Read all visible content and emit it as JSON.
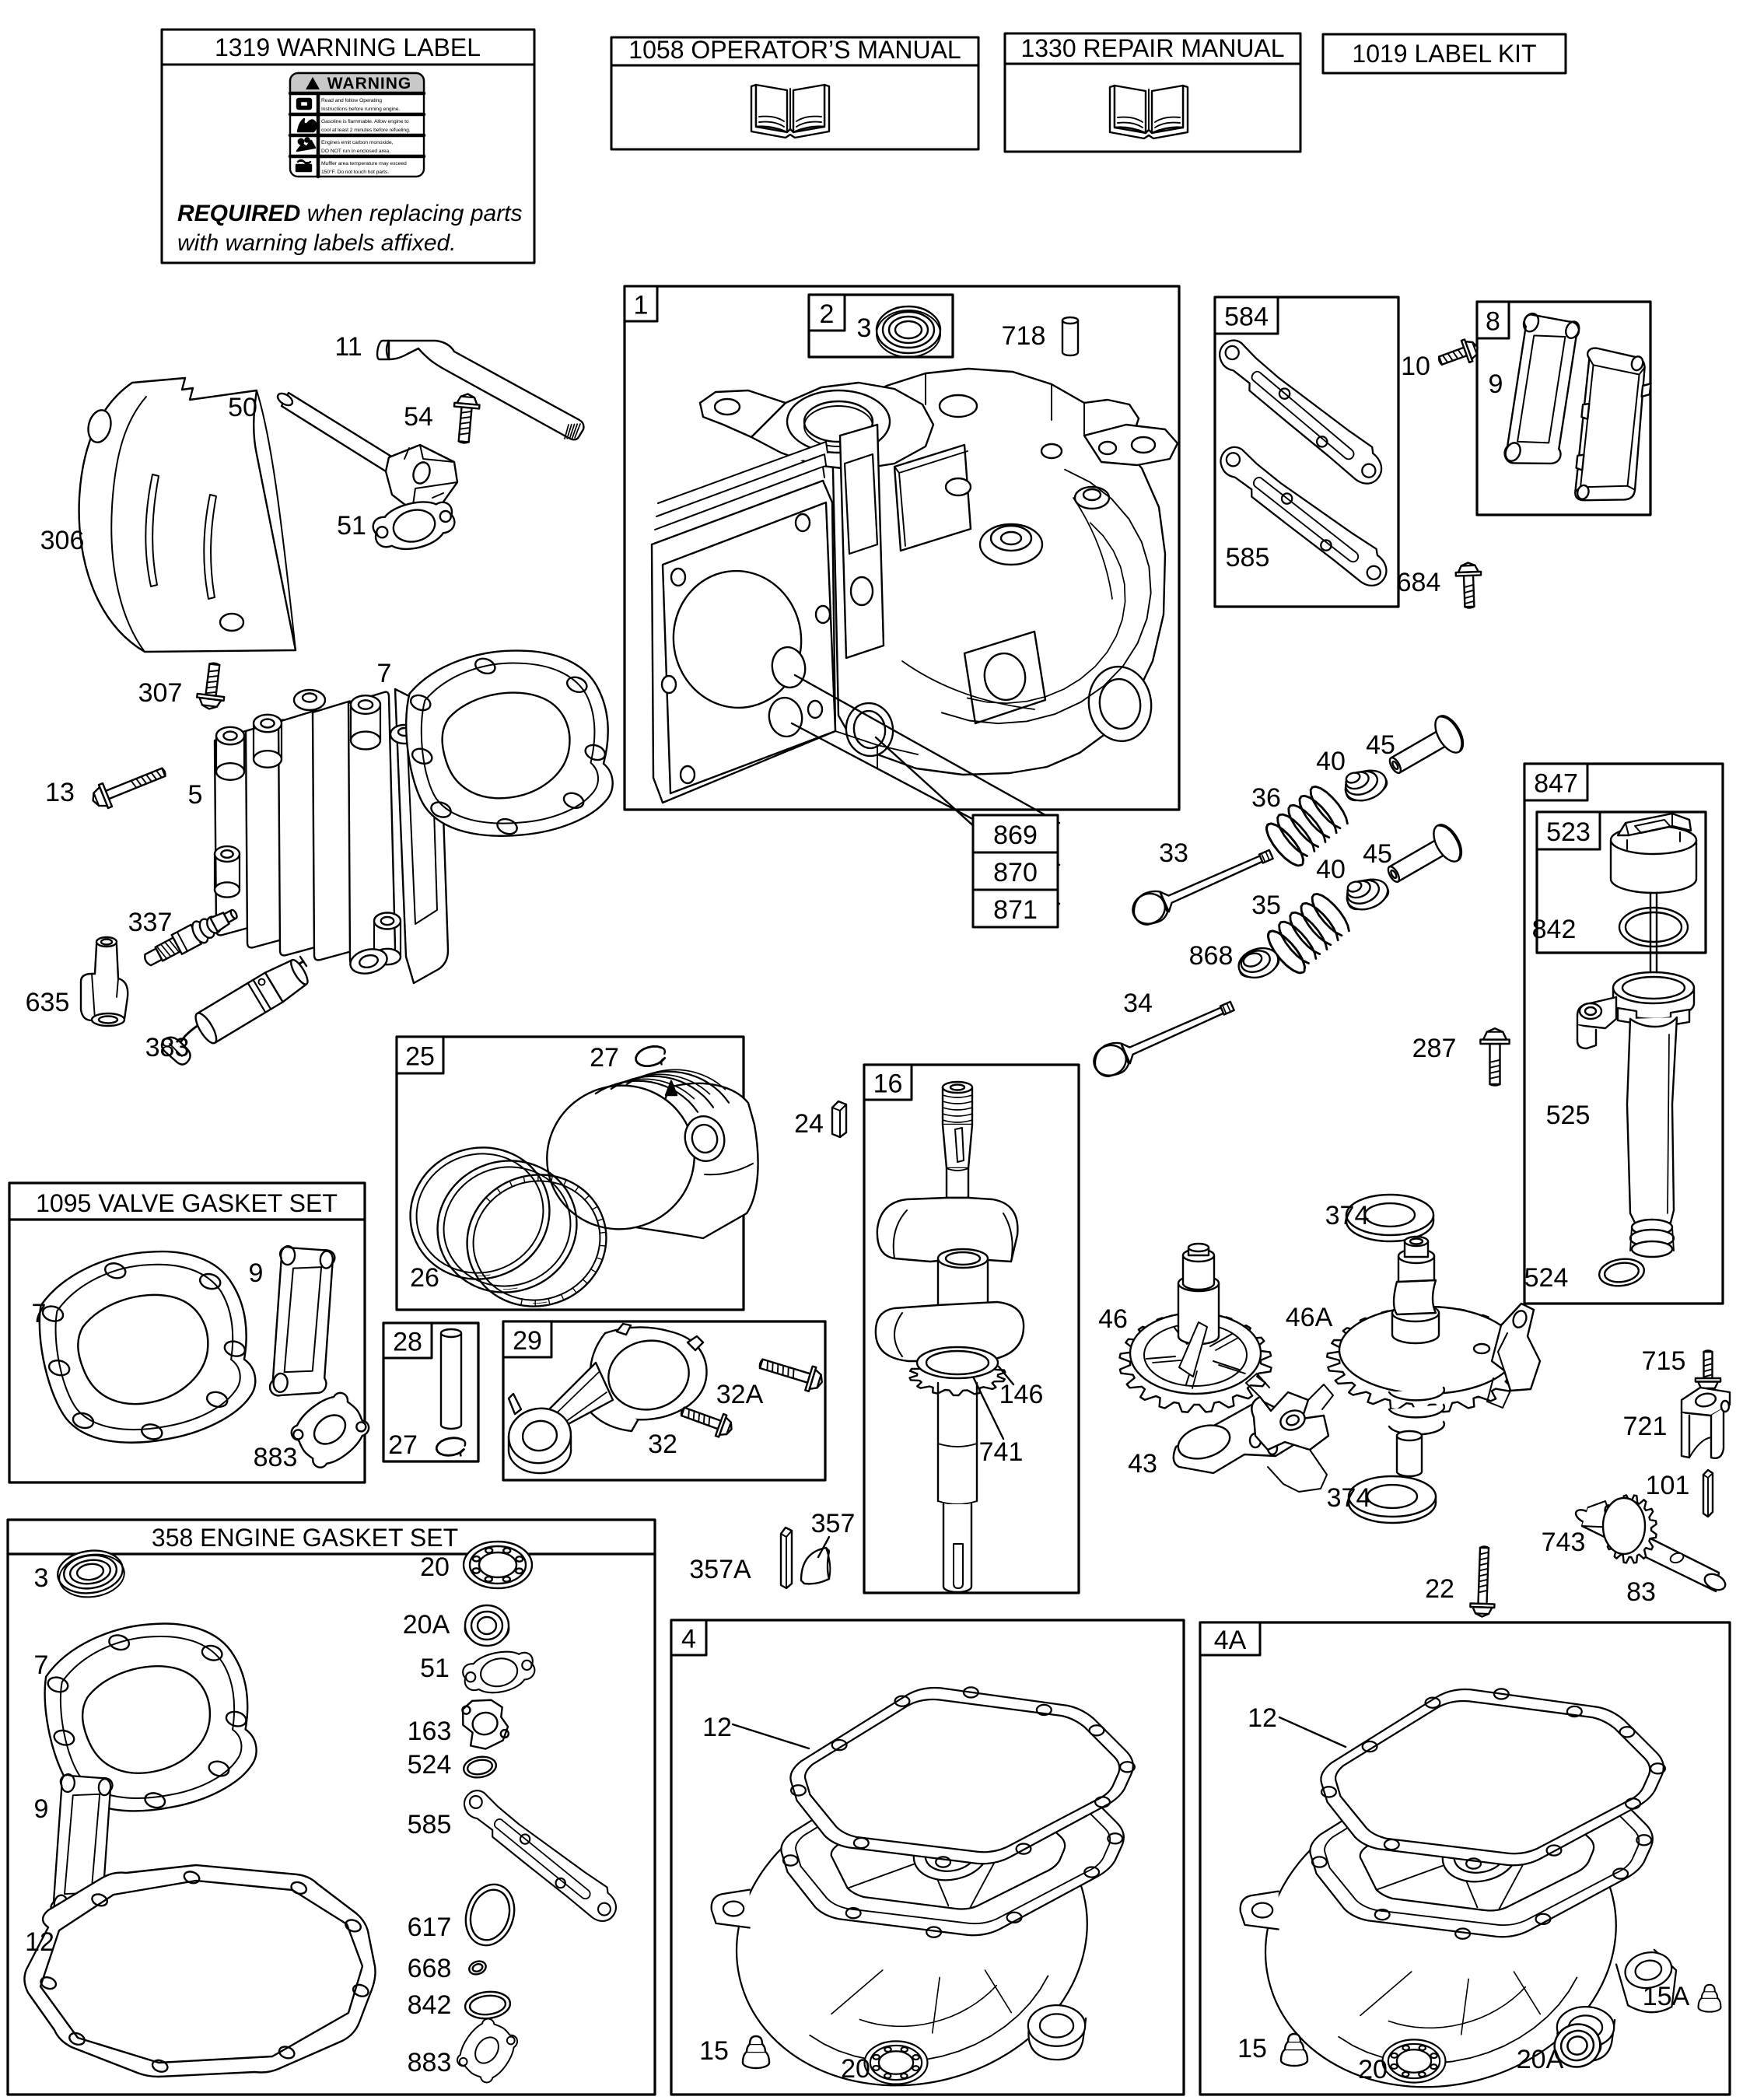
{
  "document": {
    "type": "engine-parts-exploded-diagram",
    "background_color": "#ffffff",
    "line_color": "#000000"
  },
  "kits": {
    "warning_label": {
      "title": "1319 WARNING LABEL",
      "label_header": "WARNING",
      "label_rows": [
        {
          "line1": "Read and follow Operating",
          "line2": "Instructions before running engine."
        },
        {
          "line1": "Gasoline is flammable. Allow engine to",
          "line2": "cool at least 2 minutes before refueling."
        },
        {
          "line1": "Engines emit carbon monoxide,",
          "line2": "DO NOT run in enclosed area."
        },
        {
          "line1": "Muffler area temperature may exceed",
          "line2": "150°F.  Do not touch hot parts."
        }
      ],
      "required_bold": "REQUIRED",
      "required_tail": " when replacing parts",
      "required_line2": "with warning labels affixed."
    },
    "operators_manual": {
      "title": "1058 OPERATOR’S MANUAL"
    },
    "repair_manual": {
      "title": "1330 REPAIR MANUAL"
    },
    "label_kit": {
      "title": "1019 LABEL KIT"
    },
    "valve_gasket_set": {
      "title": "1095 VALVE GASKET SET"
    },
    "engine_gasket_set": {
      "title": "358 ENGINE GASKET SET"
    }
  },
  "callouts": {
    "c1": "1",
    "c2": "2",
    "c4": "4",
    "c4A": "4A",
    "c8": "8",
    "c16": "16",
    "c25": "25",
    "c28": "28",
    "c29": "29",
    "c523": "523",
    "c584": "584",
    "c847": "847",
    "c869": "869",
    "c870": "870",
    "c871": "871"
  },
  "labels": {
    "p11": "11",
    "p50": "50",
    "p54": "54",
    "p51a": "51",
    "p306": "306",
    "p307": "307",
    "p13": "13",
    "p5": "5",
    "p7a": "7",
    "p337": "337",
    "p635": "635",
    "p383": "383",
    "p3a": "3",
    "p718": "718",
    "p585a": "585",
    "p10": "10",
    "p9a": "9",
    "p684": "684",
    "p45a": "45",
    "p40a": "40",
    "p36": "36",
    "p33": "33",
    "p45b": "45",
    "p40b": "40",
    "p35": "35",
    "p868": "868",
    "p34": "34",
    "p287": "287",
    "p842a": "842",
    "p525": "525",
    "p524a": "524",
    "p27a": "27",
    "p24": "24",
    "p26": "26",
    "p7b": "7",
    "p9b": "9",
    "p883b": "883",
    "p27b": "27",
    "p32A": "32A",
    "p32": "32",
    "p357": "357",
    "p357A": "357A",
    "p146": "146",
    "p741": "741",
    "p374a": "374",
    "p46": "46",
    "p46A": "46A",
    "p43": "43",
    "p374b": "374",
    "p715": "715",
    "p721": "721",
    "p101": "101",
    "p743": "743",
    "p83": "83",
    "p22": "22",
    "p3b": "3",
    "p7c": "7",
    "p9c": "9",
    "p12a": "12",
    "p20a": "20",
    "p20Aa": "20A",
    "p51b": "51",
    "p163": "163",
    "p524b": "524",
    "p585b": "585",
    "p617": "617",
    "p668": "668",
    "p842b": "842",
    "p883c": "883",
    "p12b": "12",
    "p15a": "15",
    "p20b": "20",
    "p12c": "12",
    "p15b": "15",
    "p20c": "20",
    "p20Ab": "20A",
    "p15Ab": "15A"
  }
}
